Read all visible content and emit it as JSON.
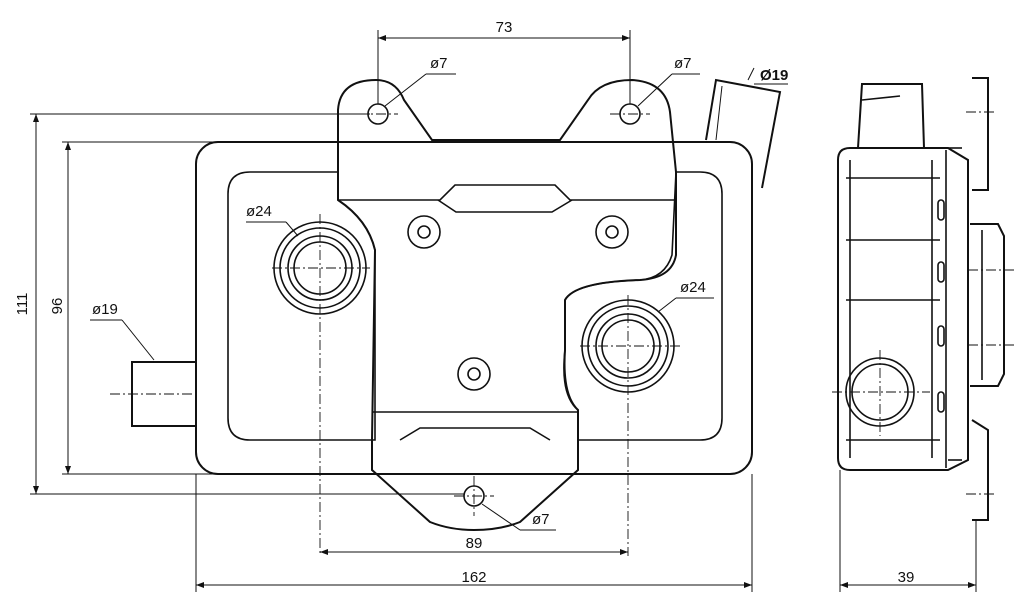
{
  "dimensions": {
    "top_width": "73",
    "hole_top_left": "ø7",
    "hole_top_right": "ø7",
    "tube_top": "Ø19",
    "port_left": "ø24",
    "port_right": "ø24",
    "tube_left": "ø19",
    "height_outer": "111",
    "height_inner": "96",
    "hole_bottom": "ø7",
    "ports_span": "89",
    "overall_width": "162",
    "side_depth": "39"
  }
}
